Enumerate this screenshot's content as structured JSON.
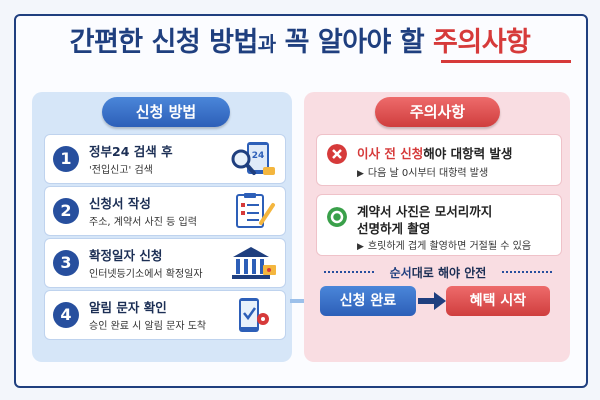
{
  "title": {
    "part1": "간편한 신청 방법",
    "part2": "과",
    "part3": "꼭 알아야 할",
    "part4": "주의사항"
  },
  "left": {
    "header": "신청 방법",
    "steps": [
      {
        "num": "1",
        "title": "정부24 검색 후",
        "subtitle": "'전입신고' 검색",
        "icon": "search-icon",
        "badge": "24"
      },
      {
        "num": "2",
        "title": "신청서 작성",
        "subtitle": "주소, 계약서 사진 등 입력",
        "icon": "form-icon"
      },
      {
        "num": "3",
        "title": "확정일자 신청",
        "subtitle": "인터넷등기소에서 확정일자",
        "icon": "bank-icon"
      },
      {
        "num": "4",
        "title": "알림 문자 확인",
        "subtitle": "승인 완료 시 알림 문자 도착",
        "icon": "phone-icon"
      }
    ]
  },
  "right": {
    "header": "주의사항",
    "items": [
      {
        "pre": "이사 전 신청",
        "post": "해야 대항력 발생",
        "sub": "다음 날 0시부터 대항력 발생",
        "icon": "x-icon"
      },
      {
        "line1": "계약서 사진은 모서리까지",
        "line2": "선명하게 촬영",
        "sub": "흐릿하게 겹게 촬영하면 거절될 수 있음",
        "icon": "check-circle-icon"
      }
    ],
    "flow": {
      "bold": "순서",
      "rest": "대로 해야 안전"
    },
    "done_button": "신청 완료",
    "benefit_button": "혜택 시작"
  },
  "colors": {
    "navy": "#1f3f7f",
    "blue": "#2d5fb8",
    "red": "#d63a3a",
    "green": "#3aa04a"
  }
}
